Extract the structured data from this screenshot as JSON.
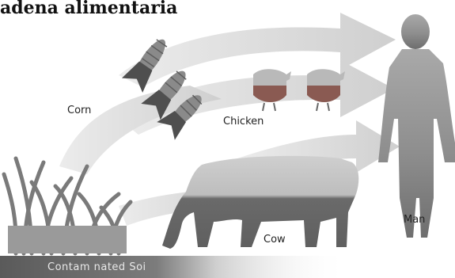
{
  "title": "adena alimentaria",
  "labels": {
    "corn": "Corn",
    "chicken": "Chicken",
    "cow": "Cow",
    "man": "Man",
    "soil": "Contam nated Soi"
  },
  "colors": {
    "arrow": "#d2d2d2",
    "silhouette_dark": "#6a6a6a",
    "silhouette_light": "#b9b9b9",
    "chicken_body": "#8a5a52",
    "plant_stem": "#7a7a7a",
    "soil": "#6e6e6e"
  }
}
